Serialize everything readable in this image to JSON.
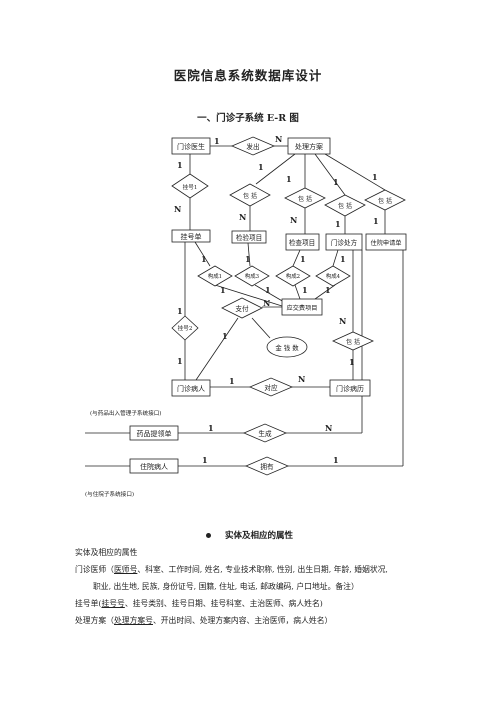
{
  "document": {
    "title": "医院信息系统数据库设计",
    "section_title": "一、门诊子系统 E-R 图",
    "er": {
      "entities": {
        "doctor": "门诊医生",
        "plan": "处理方案",
        "register": "挂号单",
        "exam": "检验项目",
        "check": "检查项目",
        "rx": "门诊处方",
        "admit": "住院申请单",
        "fee": "应交费项目",
        "patient": "门诊病人",
        "record": "门诊病历",
        "drug": "药品提领单",
        "inpatient": "住院病人"
      },
      "relationships": {
        "treat": "发出",
        "reg1": "挂号1",
        "inc1": "包 括",
        "inc2": "包 括",
        "inc3": "包 括",
        "inc4": "包 括",
        "c1": "构成1",
        "c3": "构成3",
        "c2": "构成2",
        "c4": "构成4",
        "pay": "支付",
        "reg2": "挂号2",
        "inc5": "包 括",
        "corr": "对应",
        "gen": "生成",
        "own": "拥有"
      },
      "attribute": "金 钱 数",
      "notes": {
        "drug_interface": "(与药品出入管理子系统接口)",
        "inpatient_interface": "(与住院子系统接口)"
      },
      "cards": {
        "one": "1",
        "n": "N"
      }
    },
    "attributes_section": {
      "bullet_title": "实体及相应的属性",
      "intro": "实体及相应的属性",
      "doctor_prefix": "门诊医师（",
      "doctor_key": "医师号",
      "doctor_rest": "、科室、工作时间, 姓名, 专业技术职称, 性别, 出生日期, 年龄, 婚姻状况,",
      "doctor_cont": "职业, 出生地, 民族, 身份证号, 国籍, 住址, 电话, 邮政编码, 户口地址。备注）",
      "register_prefix": "挂号单(",
      "register_key": "挂号号",
      "register_rest": "、挂号类别、挂号日期、挂号科室、主治医师、病人姓名)",
      "plan_prefix": "处理方案（",
      "plan_key": "处理方案号",
      "plan_rest": "、开出时间、处理方案内容、主治医师，病人姓名）"
    }
  }
}
